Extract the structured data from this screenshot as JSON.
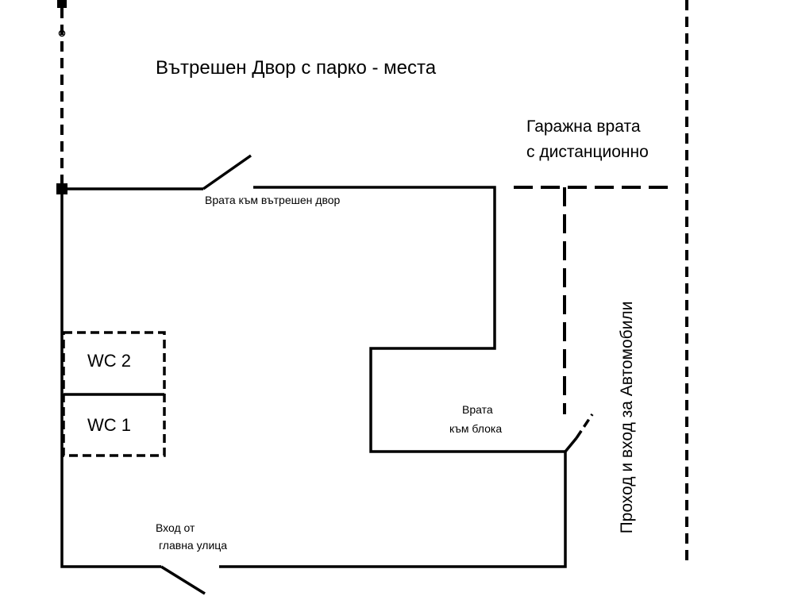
{
  "labels": {
    "courtyard": "Вътрешен Двор с парко - места",
    "garage_line1": "Гаражна врата",
    "garage_line2": "с дистанционно",
    "inner_door": "Врата към вътрешен двор",
    "wc2": "WC 2",
    "wc1": "WC 1",
    "block_door_line1": "Врата",
    "block_door_line2": "към блока",
    "entry_line1": "Вход от",
    "entry_line2": "главна улица",
    "passage": "Проход и вход за Автомобили"
  },
  "colors": {
    "line": "#000000",
    "background": "#ffffff"
  }
}
